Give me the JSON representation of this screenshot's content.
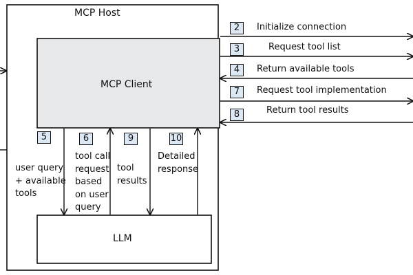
{
  "host": {
    "title": "MCP Host"
  },
  "client": {
    "title": "MCP Client"
  },
  "llm": {
    "title": "LLM"
  },
  "right_steps": [
    {
      "num": "2",
      "label": "Initialize connection"
    },
    {
      "num": "3",
      "label": "Request tool list"
    },
    {
      "num": "4",
      "label": "Return available tools"
    },
    {
      "num": "7",
      "label": "Request tool implementation"
    },
    {
      "num": "8",
      "label": "Return tool results"
    }
  ],
  "vertical_steps": [
    {
      "num": "5",
      "label": "user query\n+ available\ntools"
    },
    {
      "num": "6",
      "label": "tool call\nrequest\nbased\non user\nquery"
    },
    {
      "num": "9",
      "label": "tool\nresults"
    },
    {
      "num": "10",
      "label": "Detailed\nresponse"
    }
  ],
  "colors": {
    "client_fill": "#e6e8ea",
    "stroke": "#111111",
    "badge_fill": "#dce9f5"
  }
}
